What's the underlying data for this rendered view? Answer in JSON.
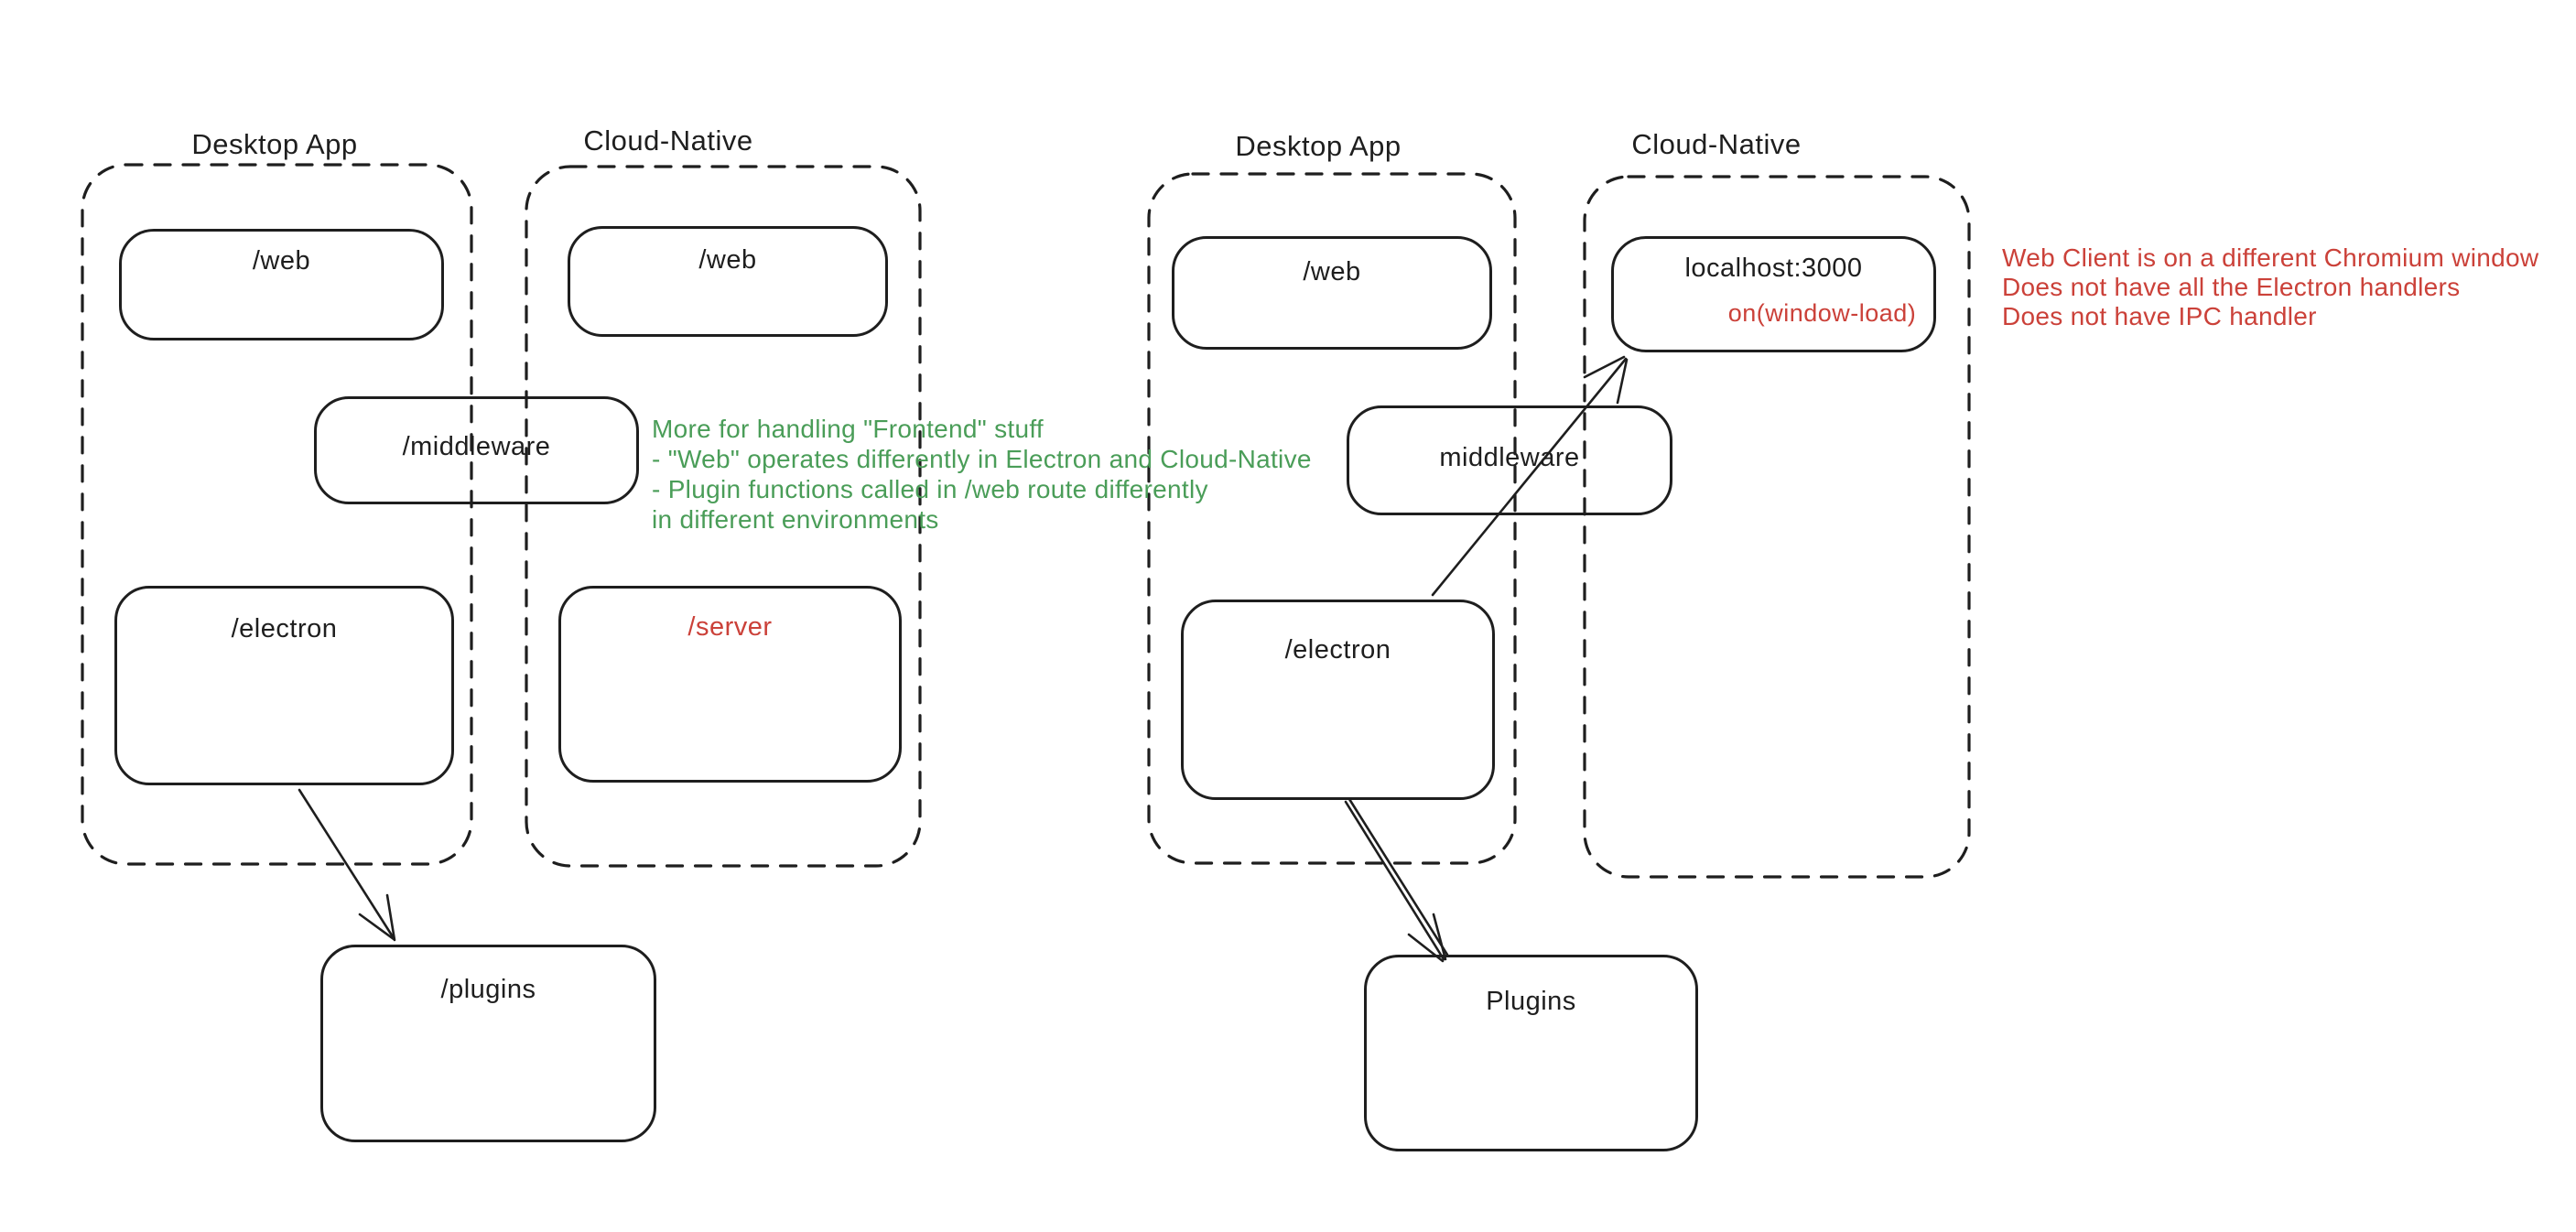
{
  "left_diagram": {
    "desktop_title": "Desktop App",
    "cloud_title": "Cloud-Native",
    "web_desktop": "/web",
    "web_cloud": "/web",
    "middleware": "/middleware",
    "electron": "/electron",
    "server": "/server",
    "plugins": "/plugins"
  },
  "right_diagram": {
    "desktop_title": "Desktop App",
    "cloud_title": "Cloud-Native",
    "web_desktop": "/web",
    "localhost_label": "localhost:3000",
    "window_load": "on(window-load)",
    "middleware": "middleware",
    "electron": "/electron",
    "plugins": "Plugins"
  },
  "notes": {
    "green": {
      "line1": "More for handling \"Frontend\" stuff",
      "line2": "- \"Web\" operates differently in Electron and Cloud-Native",
      "line3": "- Plugin functions called in /web route differently",
      "line4": "in different environments"
    },
    "red": {
      "line1": "Web Client is on a different Chromium window",
      "line2": "Does not have all the Electron handlers",
      "line3": "Does not have IPC handler"
    }
  },
  "colors": {
    "ink": "#1e1e1e",
    "annotation_green": "#4a9d58",
    "annotation_red": "#cb4139",
    "background": "#ffffff"
  }
}
